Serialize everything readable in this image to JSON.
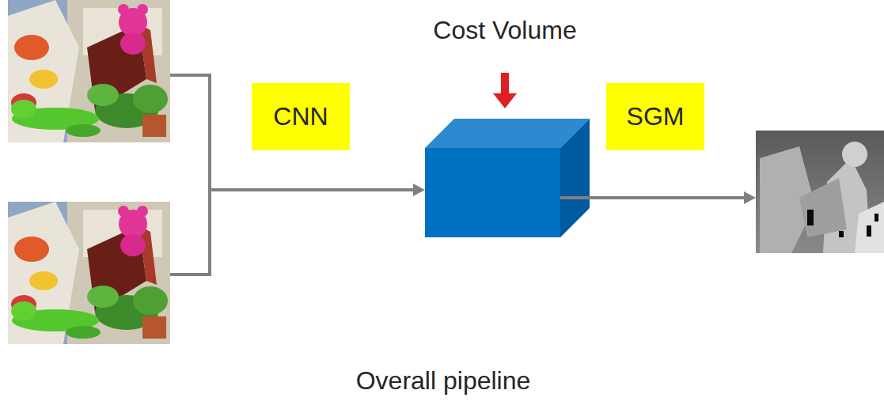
{
  "diagram": {
    "caption": "Overall pipeline",
    "nodes": [
      {
        "text": [
          "CNN"
        ]
      },
      {
        "text": [
          "SGM"
        ]
      }
    ],
    "labels": [
      "Cost Volume"
    ]
  }
}
